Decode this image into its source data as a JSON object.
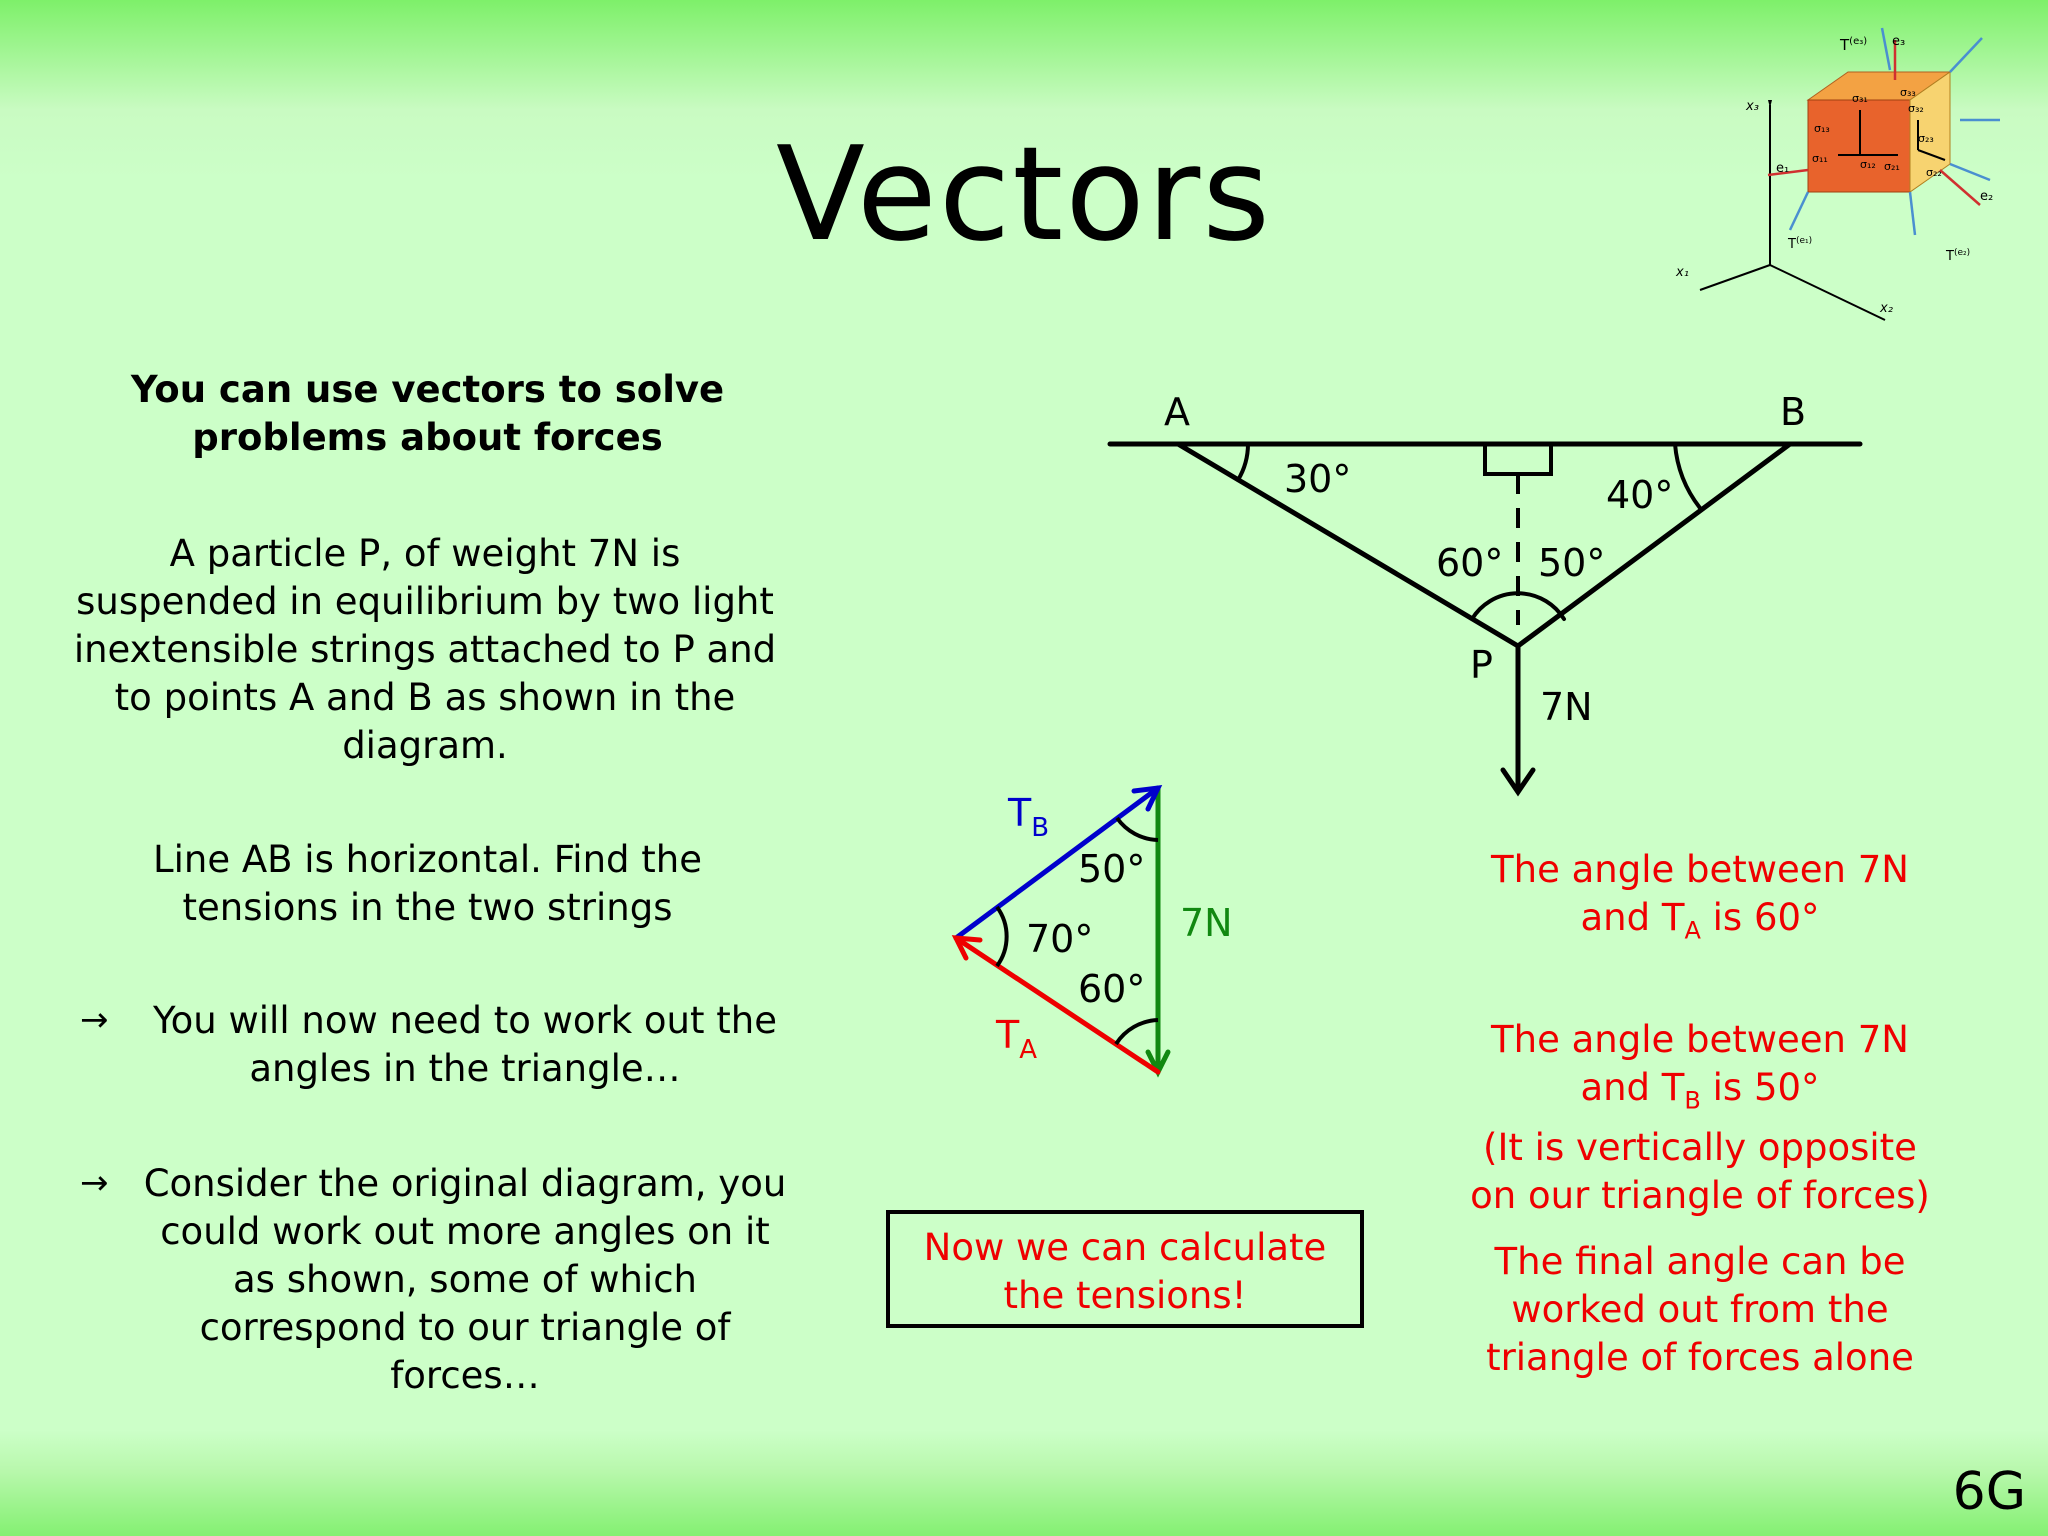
{
  "slide": {
    "title": "Vectors",
    "page_number": "6G"
  },
  "left": {
    "heading_line1": "You can use vectors to solve",
    "heading_line2": "problems about forces",
    "para1_lines": [
      "A particle P, of weight 7N is",
      "suspended in equilibrium by two light",
      "inextensible strings attached to P and",
      "to points A and B as shown in the",
      "diagram."
    ],
    "para2_lines": [
      "Line AB is horizontal. Find the",
      "tensions in the two strings"
    ],
    "arrow_symbol": "→",
    "bullet1_lines": [
      "You will now need to work out the",
      "angles in the triangle…"
    ],
    "bullet2_lines": [
      "Consider the original diagram, you",
      "could work out more angles on it",
      "as shown, some of which",
      "correspond to our triangle of",
      "forces…"
    ]
  },
  "string_diagram": {
    "label_a": "A",
    "label_b": "B",
    "label_p": "P",
    "angle_a": "30°",
    "angle_b": "40°",
    "angle_p_left": "60°",
    "angle_p_right": "50°",
    "weight": "7N"
  },
  "force_triangle": {
    "tb": "T",
    "tb_sub": "B",
    "ta": "T",
    "ta_sub": "A",
    "weight": "7N",
    "angle_top": "50°",
    "angle_left": "70°",
    "angle_bottom": "60°",
    "colors": {
      "tb": "#0000cc",
      "ta": "#ee0000",
      "weight": "#118811"
    }
  },
  "notes": {
    "note1_line1": "The angle between 7N",
    "note1_line2_pre": "and T",
    "note1_line2_sub": "A",
    "note1_line2_post": " is 60°",
    "note2_line1": "The angle between 7N",
    "note2_line2_pre": "and T",
    "note2_line2_sub": "B",
    "note2_line2_post": " is 50°",
    "note2_line3": "(It is vertically opposite",
    "note2_line4": "on our triangle of forces)",
    "note3_lines": [
      "The final angle can be",
      "worked out from the",
      "triangle of forces alone"
    ],
    "color": "#ef0000"
  },
  "callout": {
    "line1": "Now we can calculate",
    "line2": "the tensions!"
  },
  "stress_cube": {
    "t_e3": "T",
    "t_e3_sup": "(e₃)",
    "e3": "e₃",
    "x3": "x₃",
    "e1": "e₁",
    "e2": "e₂",
    "t_e1": "T",
    "t_e1_sup": "(e₁)",
    "t_e2": "T",
    "t_e2_sup": "(e₂)",
    "x1": "x₁",
    "x2": "x₂",
    "s31": "σ₃₁",
    "s33": "σ₃₃",
    "s32": "σ₃₂",
    "s13": "σ₁₃",
    "s11": "σ₁₁",
    "s12": "σ₁₂",
    "s21": "σ₂₁",
    "s23": "σ₂₃",
    "s22": "σ₂₂"
  }
}
